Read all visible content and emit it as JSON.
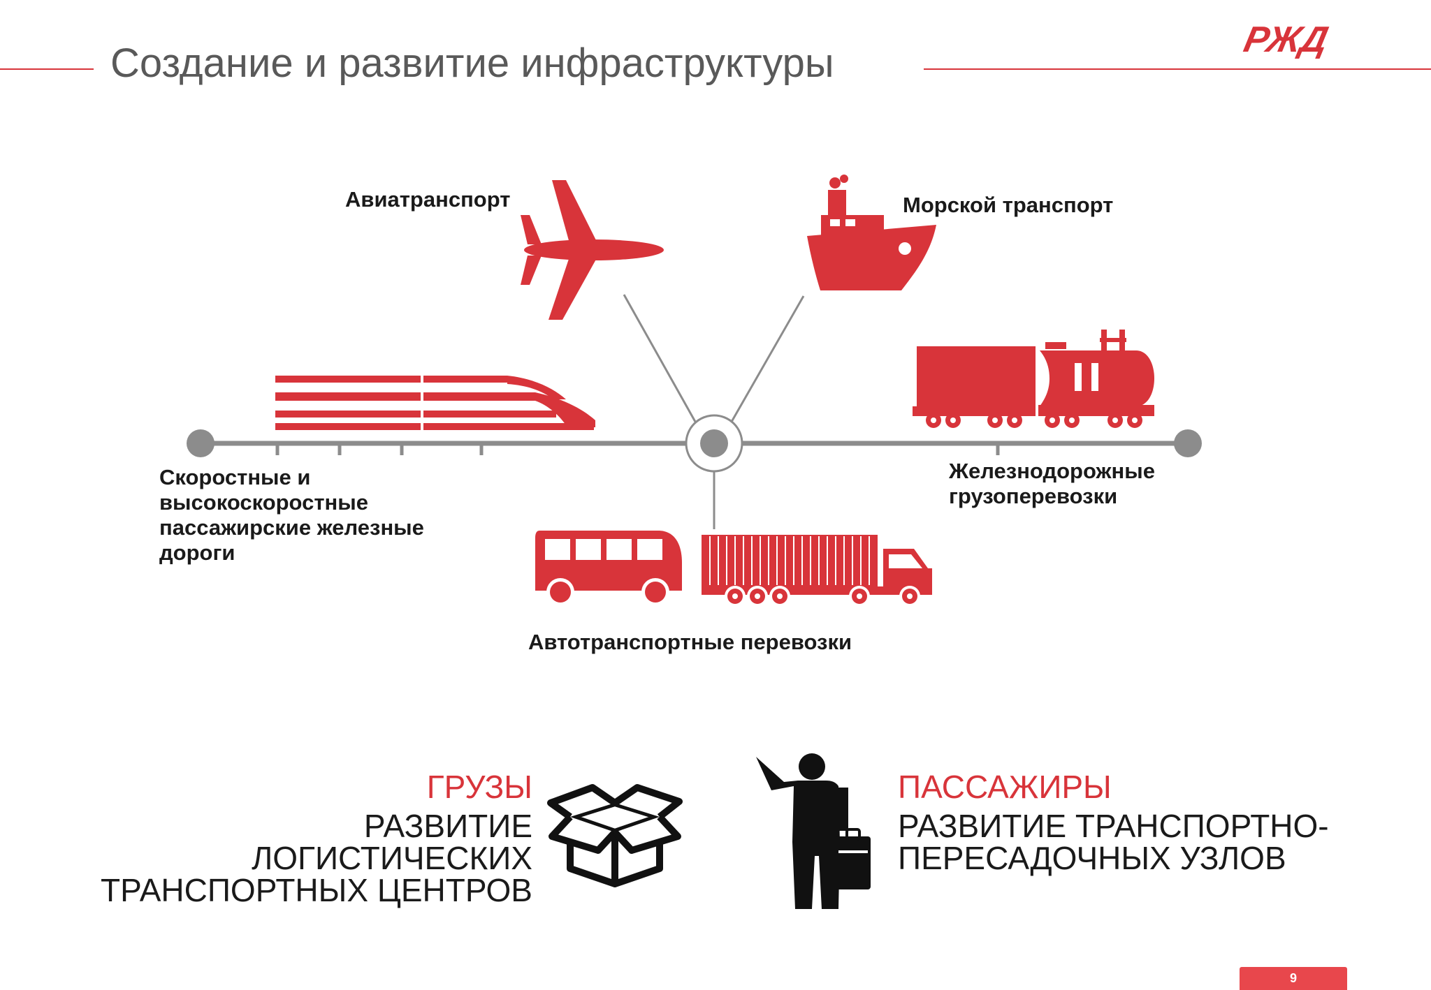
{
  "header": {
    "title": "Создание и развитие инфраструктуры",
    "logo_text": "РЖД"
  },
  "diagram": {
    "air": "Авиатранспорт",
    "sea": "Морской транспорт",
    "highspeed": [
      "Скоростные и",
      "высокоскоростные",
      "пассажирские железные",
      "дороги"
    ],
    "rail_freight": [
      "Железнодорожные",
      "грузоперевозки"
    ],
    "road": "Автотранспортные перевозки"
  },
  "bottom": {
    "cargo": {
      "heading": "ГРУЗЫ",
      "lines": [
        "РАЗВИТИЕ",
        "ЛОГИСТИЧЕСКИХ",
        "ТРАНСПОРТНЫХ ЦЕНТРОВ"
      ]
    },
    "passengers": {
      "heading": "ПАССАЖИРЫ",
      "lines": [
        "РАЗВИТИЕ ТРАНСПОРТНО-",
        "ПЕРЕСАДОЧНЫХ УЗЛОВ"
      ]
    }
  },
  "footer": {
    "page": "9"
  },
  "icons": {
    "plane": "airplane-icon",
    "ship": "ship-icon",
    "train": "high-speed-train-icon",
    "freight": "freight-train-icon",
    "bus": "bus-icon",
    "truck": "truck-icon",
    "box": "box-icon",
    "traveler": "traveler-icon",
    "logo": "rzd-logo"
  },
  "colors": {
    "accent": "#d8343a",
    "line": "#8c8c8c",
    "text": "#1a1a1a",
    "title": "#595959"
  }
}
